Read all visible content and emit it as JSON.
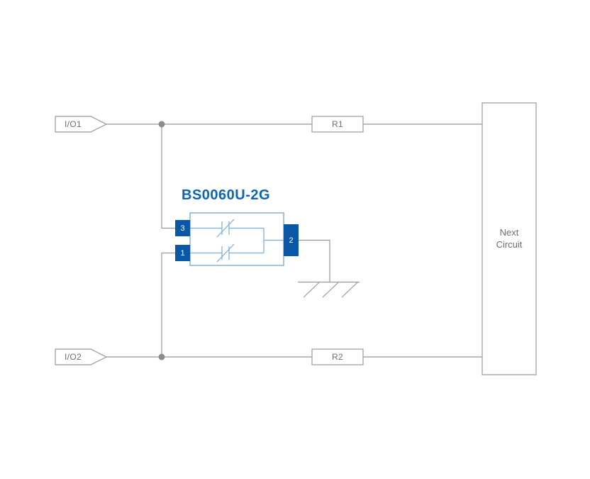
{
  "diagram": {
    "part_label": "BS0060U-2G",
    "ports": [
      {
        "label": "I/O1"
      },
      {
        "label": "I/O2"
      }
    ],
    "resistors": [
      {
        "label": "R1"
      },
      {
        "label": "R2"
      }
    ],
    "next_circuit": {
      "label": "Next\nCircuit"
    },
    "component": {
      "pins": [
        {
          "number": "3"
        },
        {
          "number": "1"
        },
        {
          "number": "2"
        }
      ]
    },
    "colors": {
      "wire_gray": "#979797",
      "text_gray": "#6e6e6e",
      "accent_blue": "#0d63b5",
      "pin_blue": "#0a57a5",
      "body_blue": "#7aadd6",
      "junction_gray": "#8c8c8c"
    }
  }
}
